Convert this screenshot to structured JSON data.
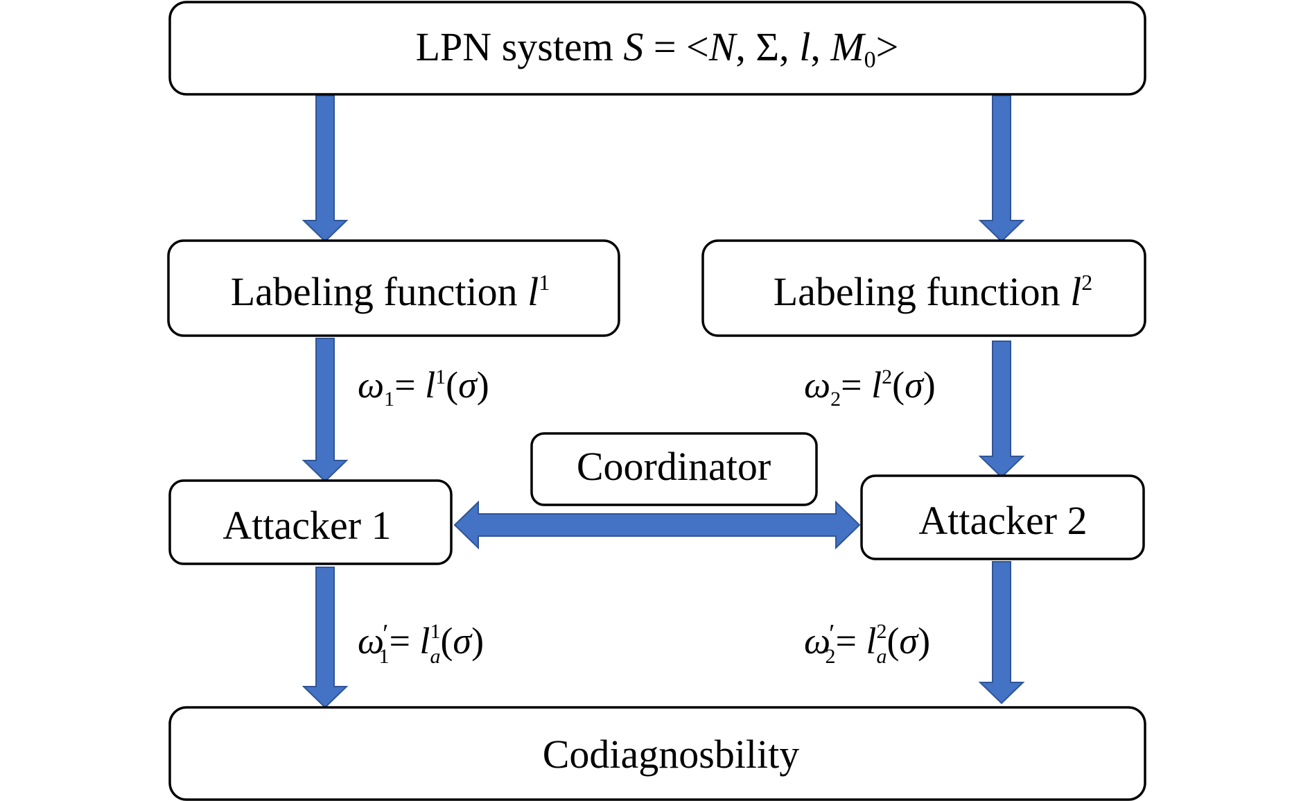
{
  "diagram": {
    "system_box": {
      "prefix": "LPN system ",
      "S": "S",
      "eq": " = <",
      "N": "N",
      "c1": ", Σ, ",
      "l": "l",
      "c2": ", ",
      "M": "M",
      "sub0": "0",
      "close": ">"
    },
    "labeling_1": {
      "text": "Labeling function ",
      "l": "l",
      "sup": "1"
    },
    "labeling_2": {
      "text": "Labeling function ",
      "l": "l",
      "sup": "2"
    },
    "coordinator": {
      "text": "Coordinator"
    },
    "attacker_1": {
      "text": "Attacker 1"
    },
    "attacker_2": {
      "text": "Attacker 2"
    },
    "codiagnosability": {
      "text": "Codiagnosbility"
    },
    "edge_label_1": {
      "omega": "ω",
      "sub": "1",
      "eq": "= ",
      "l": "l",
      "sup": "1",
      "paren_open": "(",
      "sigma": "σ",
      "paren_close": ")"
    },
    "edge_label_2": {
      "omega": "ω",
      "sub": "2",
      "eq": "= ",
      "l": "l",
      "sup": "2",
      "paren_open": "(",
      "sigma": "σ",
      "paren_close": ")"
    },
    "edge_label_3": {
      "omega": "ω",
      "prime": "′",
      "sub": "1",
      "eq": "= ",
      "l": "l",
      "sup": "1",
      "lsub": "a",
      "paren_open": "(",
      "sigma": "σ",
      "paren_close": ")"
    },
    "edge_label_4": {
      "omega": "ω",
      "prime": "′",
      "sub": "2",
      "eq": "= ",
      "l": "l",
      "sup": "2",
      "lsub": "a",
      "paren_open": "(",
      "sigma": "σ",
      "paren_close": ")"
    },
    "colors": {
      "arrow_fill": "#4472c4",
      "arrow_stroke": "#2f5597",
      "box_stroke": "#000000",
      "box_fill": "#ffffff"
    }
  }
}
